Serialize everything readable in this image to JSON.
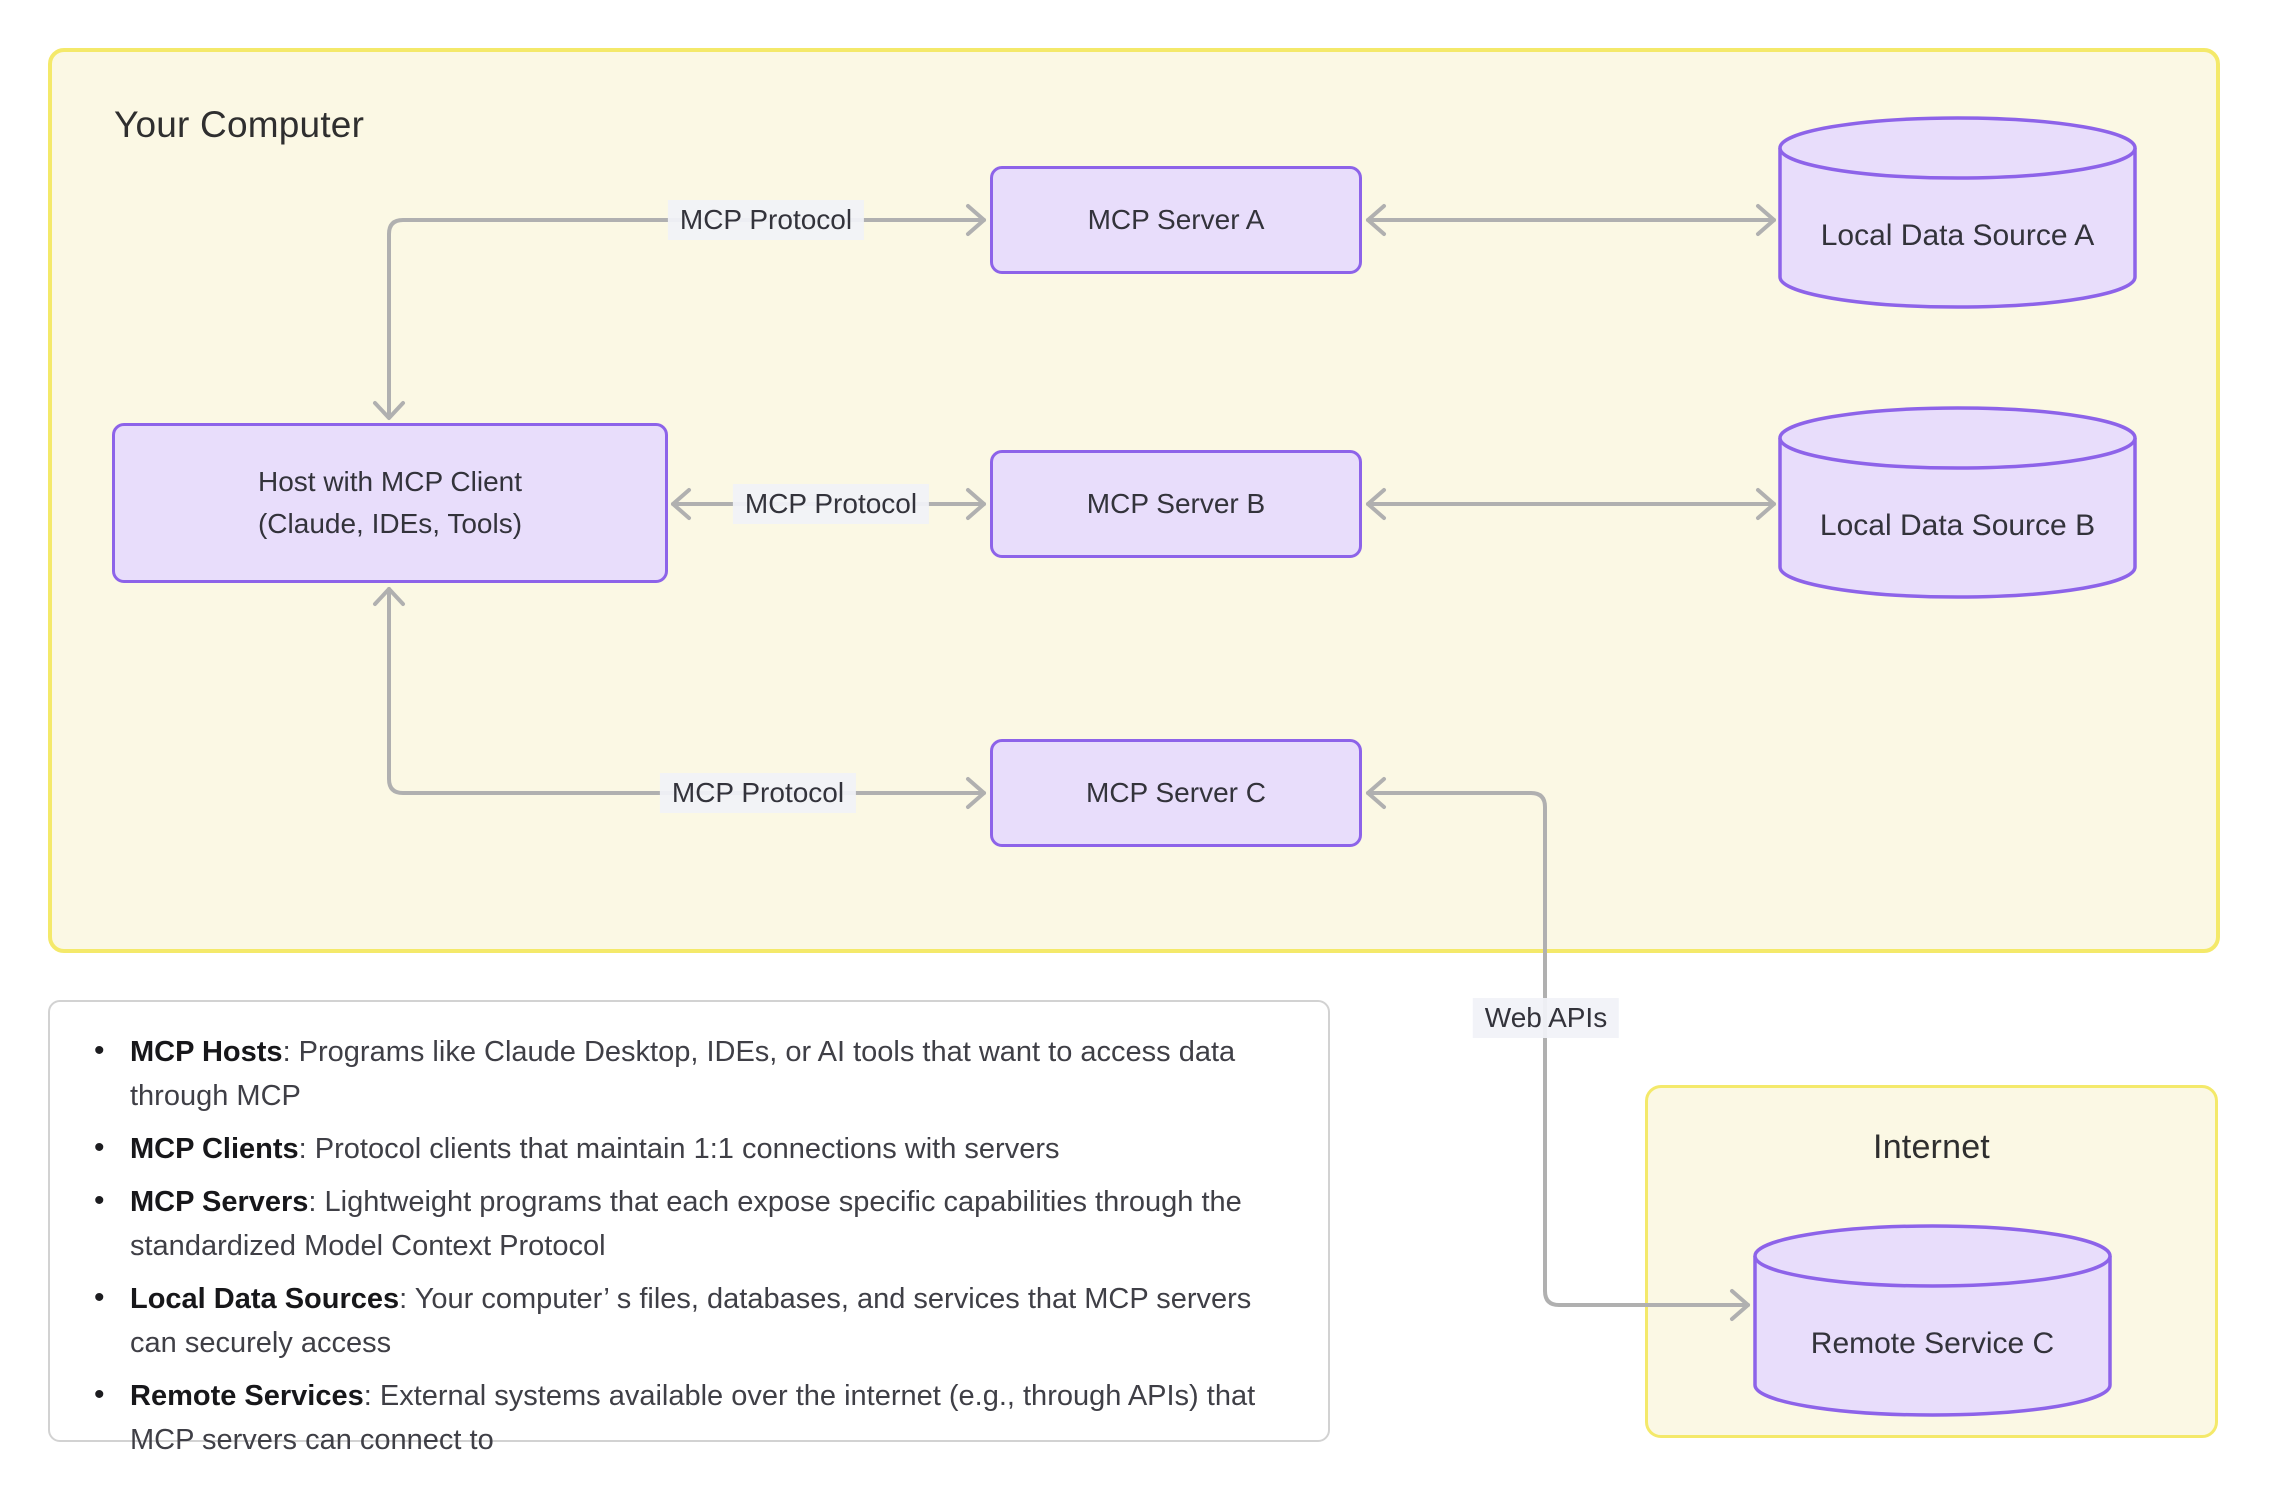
{
  "your_computer_box": {
    "title": "Your Computer"
  },
  "host_box": {
    "line1": "Host with MCP Client",
    "line2": "(Claude, IDEs, Tools)"
  },
  "servers": {
    "a": "MCP Server A",
    "b": "MCP Server B",
    "c": "MCP Server C"
  },
  "data_sources": {
    "a": "Local Data Source A",
    "b": "Local Data Source B"
  },
  "internet_box": {
    "title": "Internet",
    "remote_service": "Remote Service C"
  },
  "edge_labels": {
    "protocol_a": "MCP Protocol",
    "protocol_b": "MCP Protocol",
    "protocol_c": "MCP Protocol",
    "web_apis": "Web APIs"
  },
  "legend": {
    "items": [
      {
        "term": "MCP Hosts",
        "desc": ": Programs like Claude Desktop, IDEs, or AI tools that want to access data through MCP"
      },
      {
        "term": "MCP Clients",
        "desc": ": Protocol clients that maintain 1:1 connections with servers"
      },
      {
        "term": "MCP Servers",
        "desc": ": Lightweight programs that each expose specific capabilities through the standardized Model Context Protocol"
      },
      {
        "term": "Local Data Sources",
        "desc": ": Your computer’ s files, databases, and services that MCP servers can securely access"
      },
      {
        "term": "Remote Services",
        "desc": ": External systems available over the internet (e.g., through APIs) that MCP servers can connect to"
      }
    ]
  },
  "colors": {
    "container_fill": "#fbf8e4",
    "container_border": "#f4e96a",
    "node_fill": "#e8ddfb",
    "node_border": "#8d63e9",
    "edge": "#b0b0b0",
    "label_bg": "rgba(241,242,247,0.93)",
    "node_text": "#33333b",
    "title_text": "#2f2f2f",
    "legend_border": "#d2d2d2",
    "legend_text": "#3f3f46"
  }
}
